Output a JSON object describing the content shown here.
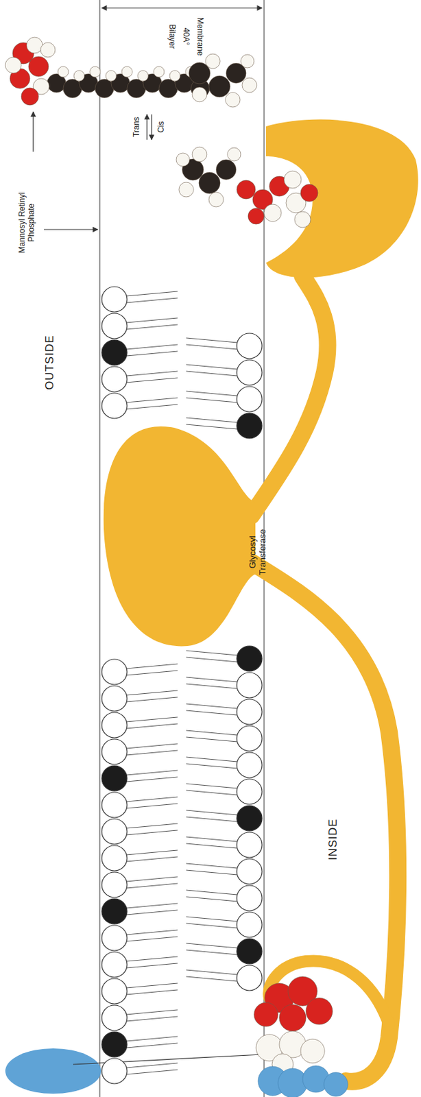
{
  "diagram": {
    "nodes": [
      {
        "text": [
          "Glycosyl Transferase"
        ]
      }
    ],
    "labels": [
      "OUTSIDE",
      "Mannosyl Retinyl Phosphate",
      "Trans",
      "Cis",
      "Membrane",
      "40A°",
      "Bilayer",
      "INSIDE"
    ]
  }
}
